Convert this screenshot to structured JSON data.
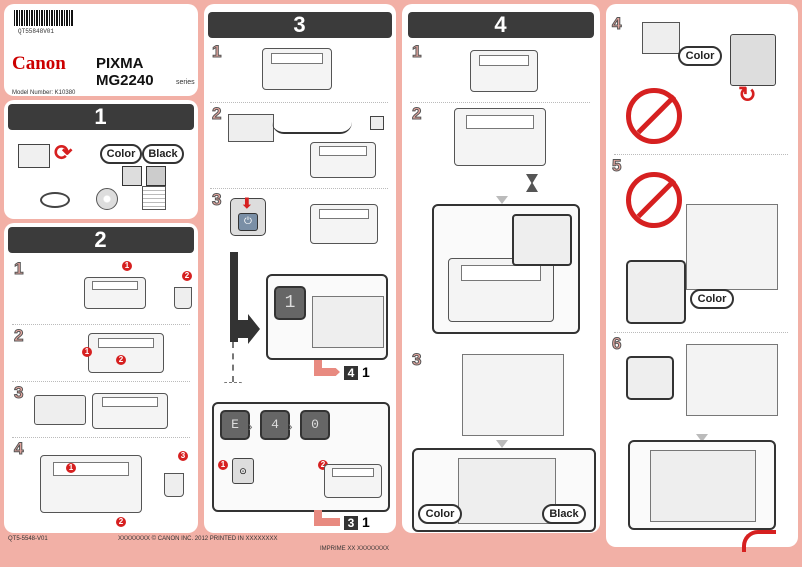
{
  "brand": {
    "barcode_text": "QT55848V01",
    "logo": "Canon",
    "model_name": "PIXMA MG2240",
    "series": "series",
    "model_number": "Model Number: K10380"
  },
  "section1": {
    "title": "1",
    "labels": [
      "Color",
      "Black"
    ]
  },
  "section2": {
    "title": "2",
    "steps": [
      "1",
      "2",
      "3",
      "4"
    ],
    "callouts": [
      "1",
      "2",
      "1",
      "2",
      "1",
      "2",
      "3"
    ]
  },
  "section3": {
    "title": "3",
    "steps": [
      "1",
      "2",
      "3"
    ],
    "lcd_digit": "1",
    "goto1": {
      "box": "4",
      "num": "1"
    },
    "error_sequence": [
      "E",
      "4",
      "0"
    ],
    "goto2": {
      "box": "3",
      "num": "1"
    },
    "callouts": [
      "1",
      "2"
    ]
  },
  "section4": {
    "title": "4",
    "steps": [
      "1",
      "2",
      "3"
    ],
    "labels": [
      "Color",
      "Black"
    ]
  },
  "section4b": {
    "steps": [
      "4",
      "5",
      "6"
    ],
    "labels": [
      "Color",
      "Color"
    ]
  },
  "footer": {
    "left": "QT5-5548-V01",
    "middle": "XXXXXXXX © CANON INC. 2012 PRINTED IN XXXXXXXX",
    "right": "IMPRIME XX XXXXXXXX"
  },
  "colors": {
    "background": "#f2b0a6",
    "header": "#3b3b3b",
    "accent_red": "#d62020"
  },
  "icons": [
    "cd-icon",
    "cable-icon",
    "manual-icon",
    "power-icon",
    "hourglass-icon",
    "page-turn-icon"
  ]
}
